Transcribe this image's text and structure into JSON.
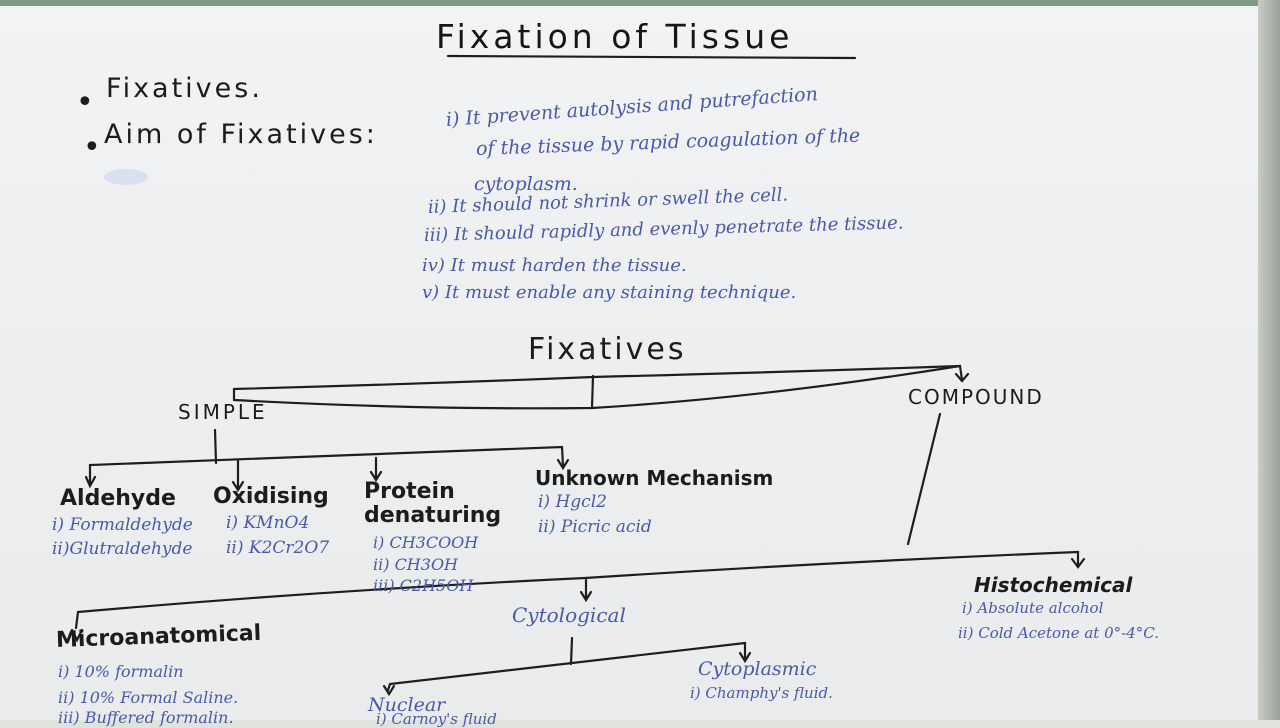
{
  "title": "Fixation of Tissue",
  "intro": {
    "fixatives_bullet": "Fixatives.",
    "aim_label": "Aim of Fixatives:",
    "aims": [
      "i) It prevent autolysis and putrefaction",
      "of the tissue by rapid coagulation of the",
      "cytoplasm.",
      "ii) It should not shrink or swell the cell.",
      "iii) It should rapidly and evenly penetrate the tissue.",
      "iv) It must harden the tissue.",
      "v) It must enable any staining technique."
    ]
  },
  "tree": {
    "root": "Fixatives",
    "simple": "Simple",
    "compound": "Compound",
    "simple_groups": {
      "aldehyde": {
        "label": "Aldehyde",
        "items": [
          "i) Formaldehyde",
          "ii)Glutraldehyde"
        ]
      },
      "oxidising": {
        "label": "Oxidising",
        "items": [
          "i) KMnO4",
          "ii) K2Cr2O7"
        ]
      },
      "protein": {
        "label_line1": "Protein",
        "label_line2": "denaturing",
        "items": [
          "i) CH3COOH",
          "ii) CH3OH",
          "iii) C2H5OH"
        ]
      },
      "unknown": {
        "label": "Unknown Mechanism",
        "items": [
          "i) Hgcl2",
          "ii) Picric acid"
        ]
      }
    },
    "compound_groups": {
      "microanatomical": {
        "label": "Microanatomical",
        "items": [
          "i) 10% formalin",
          "ii) 10% Formal Saline.",
          "iii) Buffered formalin."
        ]
      },
      "cytological": {
        "label": "Cytological"
      },
      "nuclear": {
        "label": "Nuclear",
        "item": "i) Carnoy's fluid"
      },
      "cytoplasmic": {
        "label": "Cytoplasmic",
        "item": "i) Champhy's fluid."
      },
      "histochemical": {
        "label": "Histochemical",
        "items": [
          "i) Absolute alcohol",
          "ii) Cold Acetone at 0°-4°C."
        ]
      }
    }
  }
}
